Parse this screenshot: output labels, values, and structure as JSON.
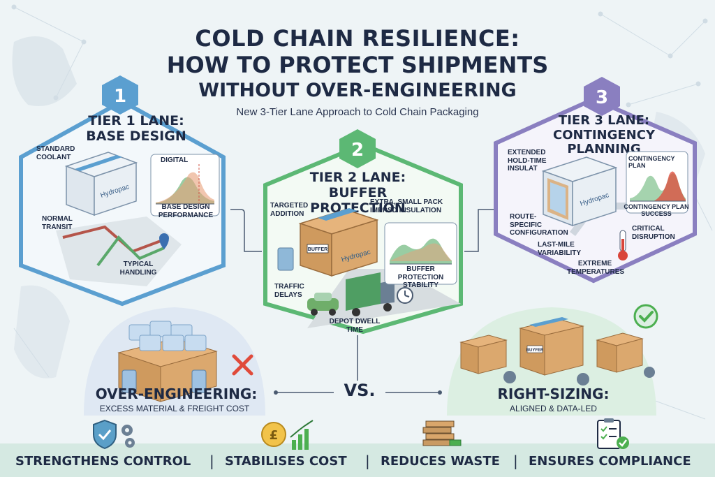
{
  "header": {
    "title_line1": "COLD CHAIN RESILIENCE:",
    "title_line2": "HOW TO PROTECT SHIPMENTS",
    "title_line3": "WITHOUT OVER-ENGINEERING",
    "subtitle": "New 3-Tier Lane Approach to Cold Chain Packaging"
  },
  "tiers": [
    {
      "number": "1",
      "title_line1": "TIER 1 LANE:",
      "title_line2": "BASE DESIGN",
      "color": "#5b9fd0",
      "labels": {
        "coolant": "STANDARD COOLANT",
        "digital": "DIGITAL",
        "performance": "BASE DESIGN PERFORMANCE",
        "transit": "NORMAL TRANSIT",
        "handling": "TYPICAL HANDLING",
        "box_brand": "Hydropac"
      }
    },
    {
      "number": "2",
      "title_line1": "TIER 2 LANE:",
      "title_line2": "BUFFER PROTECTION",
      "color": "#5cb874",
      "labels": {
        "targeted": "TARGETED ADDITION",
        "extra": "EXTRA, SMALL PACK IMPRSD INSULATION",
        "stability": "BUFFER PROTECTION STABILITY",
        "traffic": "TRAFFIC DELAYS",
        "depot": "DEPOT DWELL TIME",
        "box_brand": "Hydropac",
        "box_tag": "BUFFER"
      }
    },
    {
      "number": "3",
      "title_line1": "TIER 3 LANE:",
      "title_line2": "CONTINGENCY PLANNING",
      "color": "#8a7fc0",
      "labels": {
        "extended": "EXTENDED HOLD-TIME INSULAT",
        "contingency_plan": "CONTINGENCY PLAN",
        "route": "ROUTE-SPECIFIC CONFIGURATION",
        "success": "CONTINGENCY PLAN SUCCESS",
        "lastmile": "LAST-MILE VARIABILITY",
        "critical": "CRITICAL DISRUPTION",
        "extreme": "EXTREME TEMPERATURES",
        "box_brand": "Hydropac"
      }
    }
  ],
  "comparison": {
    "left_title": "OVER-ENGINEERING:",
    "left_sub": "EXCESS MATERIAL & FREIGHT COST",
    "vs": "VS.",
    "right_title": "RIGHT-SIZING:",
    "right_sub": "ALIGNED & DATA-LED",
    "buffer_tag": "BUYFER"
  },
  "benefits": [
    {
      "label": "STRENGTHENS CONTROL",
      "icon": "shield-gear-icon"
    },
    {
      "label": "STABILISES COST",
      "icon": "pound-coin-chart-icon"
    },
    {
      "label": "REDUCES WASTE",
      "icon": "stacked-materials-icon"
    },
    {
      "label": "ENSURES COMPLIANCE",
      "icon": "checklist-icon"
    }
  ],
  "footer_separator": "|",
  "colors": {
    "tier1": "#5b9fd0",
    "tier2": "#5cb874",
    "tier3": "#8a7fc0",
    "box": "#d9a66b",
    "navy": "#1e2a44",
    "cross": "#e04a3a",
    "check": "#4caf50"
  }
}
